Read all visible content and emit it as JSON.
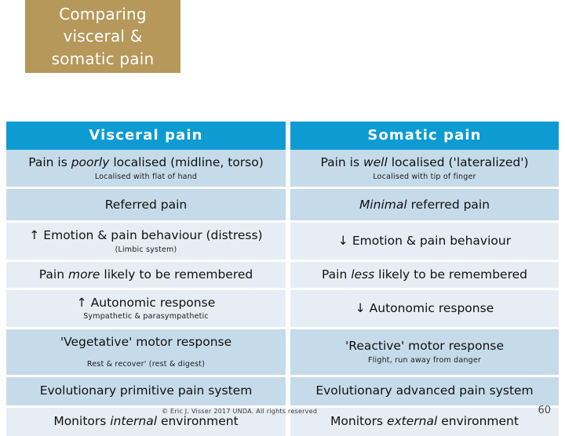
{
  "slide": {
    "title": "Comparing\nvisceral &\nsomatic pain",
    "title_bg_color": "#b5985a",
    "header_bg_color": "#0d9bd2",
    "row_shade_dark": "#c6dbe9",
    "row_shade_light": "#e6edf4",
    "page_number": "60",
    "copyright": "© Eric J. Visser 2017 UNDA. All rights reserved"
  },
  "table": {
    "headers": {
      "left": "Visceral pain",
      "right": "Somatic pain"
    },
    "rows": [
      {
        "shade": "dark",
        "left": {
          "main_pre": "Pain is ",
          "main_em": "poorly",
          "main_post": " localised (midline, torso)",
          "sub": "Localised with flat of hand"
        },
        "right": {
          "main_pre": "Pain is ",
          "main_em": "well",
          "main_post": " localised ('lateralized')",
          "sub": "Localised with tip of finger"
        }
      },
      {
        "shade": "dark",
        "left": {
          "main_pre": "Referred pain",
          "main_em": "",
          "main_post": "",
          "sub": ""
        },
        "right": {
          "main_pre": "",
          "main_em": "Minimal",
          "main_post": " referred pain",
          "sub": ""
        }
      },
      {
        "shade": "light",
        "left": {
          "main_pre": "↑ Emotion & pain behaviour (distress)",
          "main_em": "",
          "main_post": "",
          "sub": "(Limbic system)"
        },
        "right": {
          "main_pre": "↓ Emotion & pain behaviour",
          "main_em": "",
          "main_post": "",
          "sub": ""
        }
      },
      {
        "shade": "light",
        "left": {
          "main_pre": "Pain ",
          "main_em": "more",
          "main_post": " likely to be remembered",
          "sub": ""
        },
        "right": {
          "main_pre": "Pain ",
          "main_em": "less",
          "main_post": " likely to be remembered",
          "sub": ""
        }
      },
      {
        "shade": "light",
        "left": {
          "main_pre": "↑ Autonomic response",
          "main_em": "",
          "main_post": "",
          "sub": "Sympathetic & parasympathetic"
        },
        "right": {
          "main_pre": "↓ Autonomic response",
          "main_em": "",
          "main_post": "",
          "sub": ""
        }
      },
      {
        "shade": "dark",
        "left": {
          "main_pre": "'Vegetative' motor response",
          "main_em": "",
          "main_post": "",
          "sub": "Rest & recover' (rest & digest)"
        },
        "right": {
          "main_pre": "'Reactive' motor response",
          "main_em": "",
          "main_post": "",
          "sub": "Flight, run away from danger"
        }
      },
      {
        "shade": "dark",
        "left": {
          "main_pre": "Evolutionary primitive pain system",
          "main_em": "",
          "main_post": "",
          "sub": ""
        },
        "right": {
          "main_pre": "Evolutionary advanced pain system",
          "main_em": "",
          "main_post": "",
          "sub": ""
        }
      },
      {
        "shade": "light",
        "left": {
          "main_pre": "Monitors ",
          "main_em": "internal",
          "main_post": " environment",
          "sub": ""
        },
        "right": {
          "main_pre": "Monitors ",
          "main_em": "external",
          "main_post": " environment",
          "sub": ""
        }
      }
    ]
  }
}
